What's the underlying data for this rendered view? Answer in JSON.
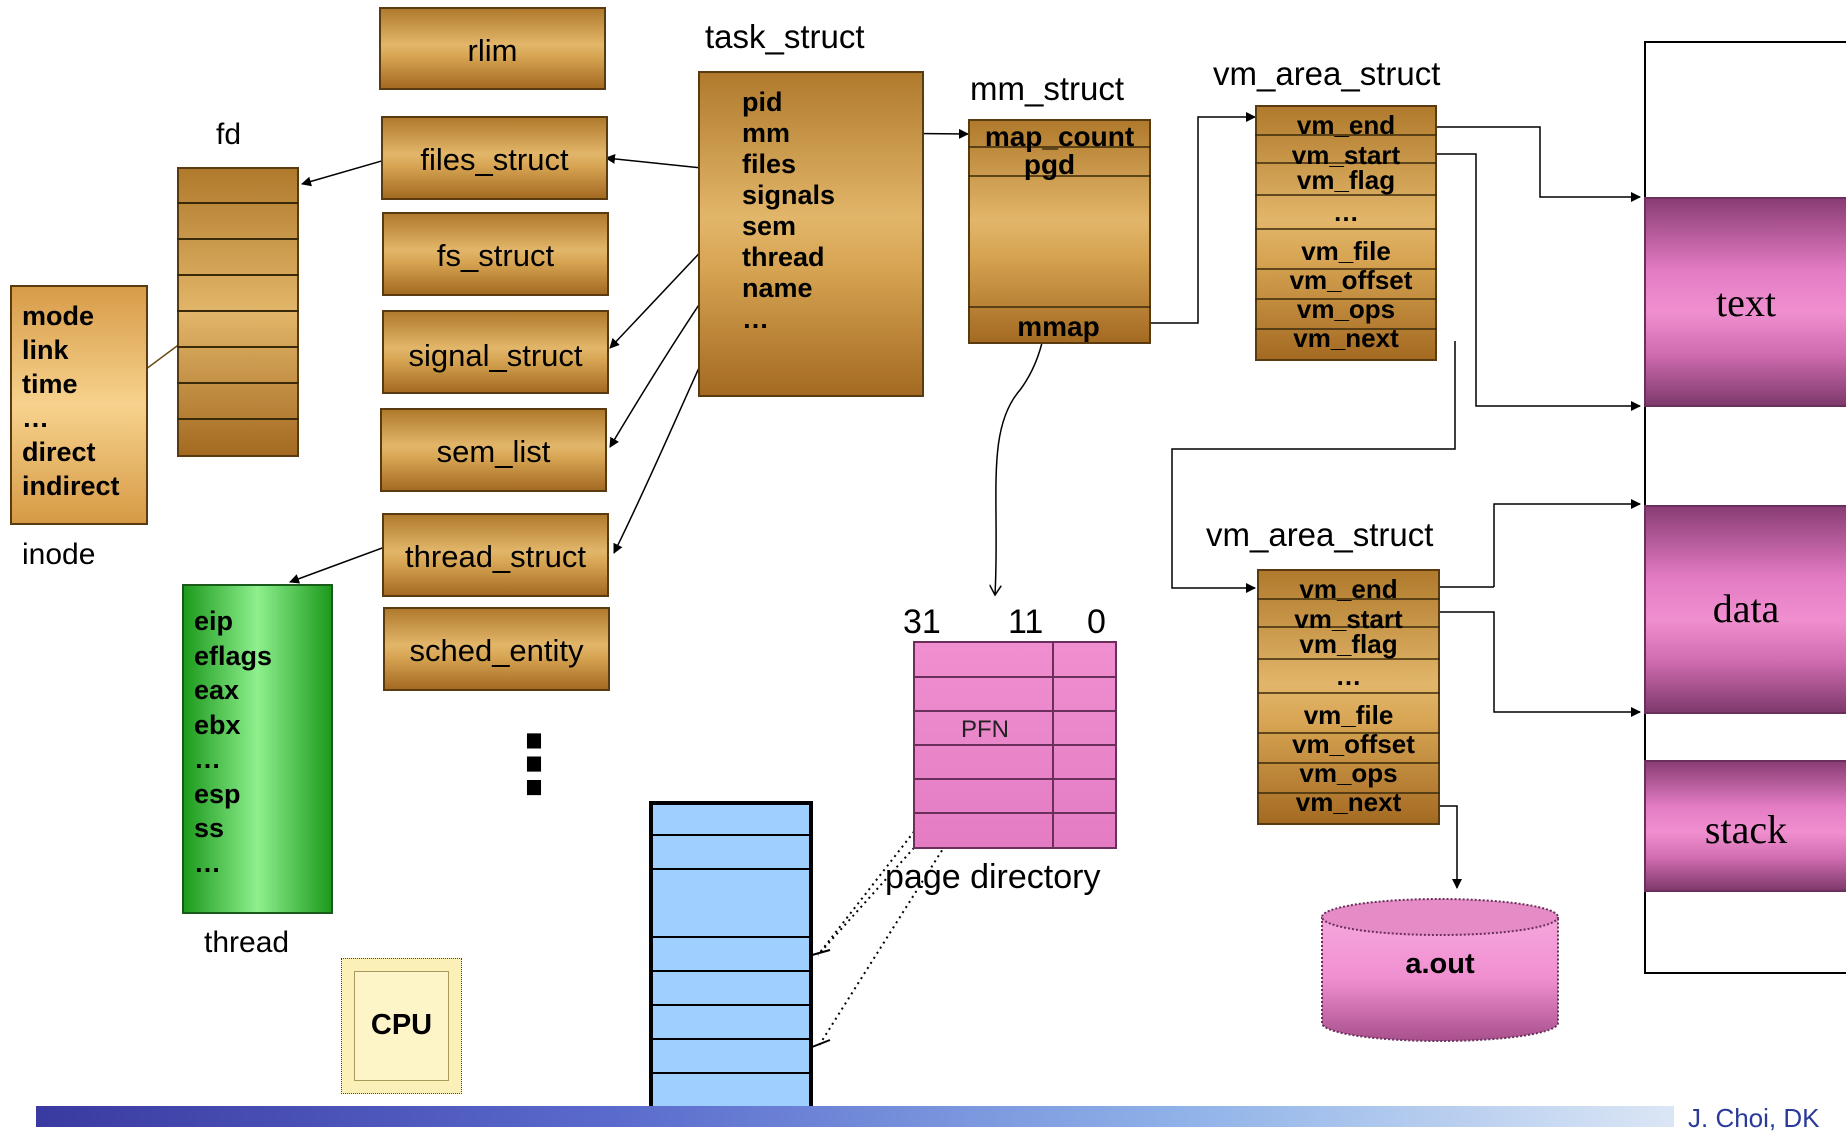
{
  "structs": {
    "task_struct": {
      "title": "task_struct",
      "fields": [
        "pid",
        "mm",
        "files",
        "signals",
        "sem",
        "thread",
        "name",
        "…"
      ]
    },
    "mm_struct": {
      "title": "mm_struct",
      "fields": [
        "map_count",
        "pgd",
        "mmap"
      ]
    },
    "vm_area_1": {
      "title": "vm_area_struct",
      "fields": [
        "vm_end",
        "vm_start",
        "vm_flag",
        "…",
        "vm_file",
        "vm_offset",
        "vm_ops",
        "vm_next"
      ]
    },
    "vm_area_2": {
      "title": "vm_area_struct",
      "fields": [
        "vm_end",
        "vm_start",
        "vm_flag",
        "…",
        "vm_file",
        "vm_offset",
        "vm_ops",
        "vm_next"
      ]
    },
    "inode": {
      "title": "inode",
      "fields": [
        "mode",
        "link",
        "time",
        "…",
        "direct",
        "indirect"
      ]
    },
    "thread": {
      "title": "thread",
      "fields": [
        "eip",
        "eflags",
        "eax",
        "ebx",
        "…",
        "esp",
        "ss",
        "…"
      ]
    },
    "fd": {
      "title": "fd"
    },
    "task_boxes": [
      "rlim",
      "files_struct",
      "fs_struct",
      "signal_struct",
      "sem_list",
      "thread_struct",
      "sched_entity"
    ],
    "more": "⋮"
  },
  "page_directory": {
    "title": "page directory",
    "bits": [
      "31",
      "11",
      "0"
    ],
    "cell": "PFN"
  },
  "segments": [
    "text",
    "data",
    "stack"
  ],
  "disk": "a.out",
  "cpu": "CPU",
  "footer": {
    "author": "J. Choi, DK"
  },
  "colors": {
    "gold": "#d7a553",
    "pink": "#f08fd0",
    "green": "#2ea82e",
    "blue": "#9fcfff",
    "cpu": "#fbf0b8",
    "footer_bar": "#3a3aa0"
  }
}
